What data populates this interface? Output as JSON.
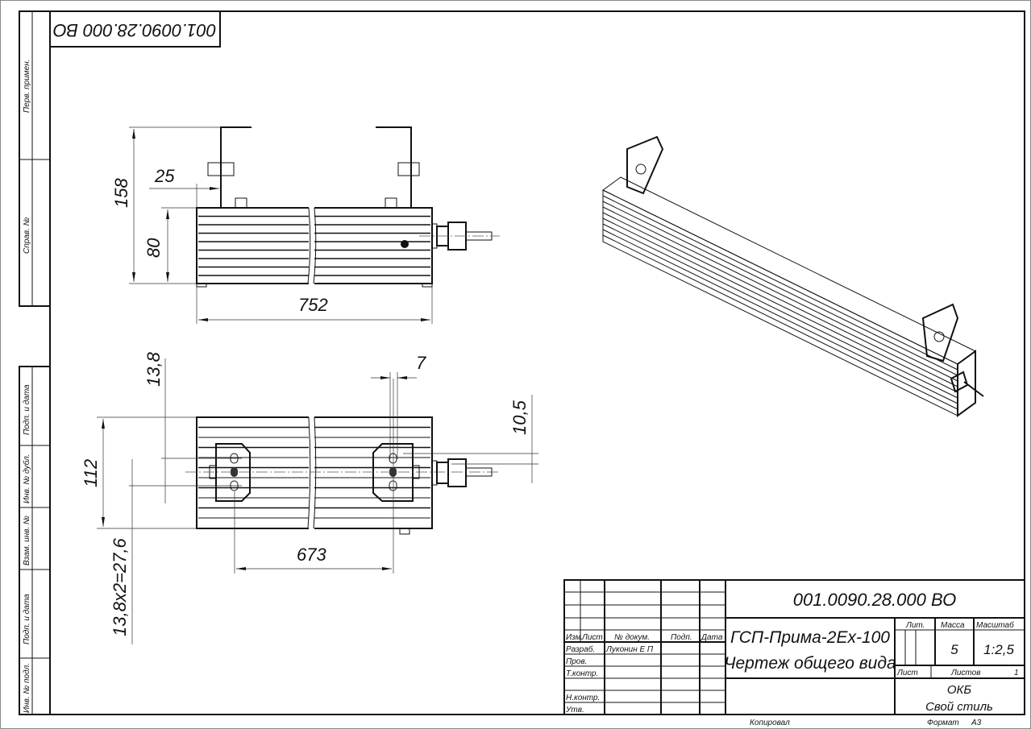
{
  "designation_stamp": "001.0090.28.000 ВО",
  "side_stamps": {
    "top": [
      "Перв. примен.",
      "Справ. №"
    ],
    "bottom": [
      "Подп. и дата",
      "Инв. № дубл.",
      "Взам. инв. №",
      "Подп. и дата",
      "Инв. № подл."
    ]
  },
  "dimensions": {
    "front_view": {
      "overall_height": "158",
      "body_height": "80",
      "bracket_offset": "25",
      "length": "752"
    },
    "plan_view": {
      "width": "112",
      "hole_pitch": "13,8",
      "hole_span": "13,8x2=27,6",
      "bracket_span": "673",
      "slot": "7",
      "offset": "10,5"
    }
  },
  "title_block": {
    "designation": "001.0090.28.000 ВО",
    "name_line1": "ГСП-Прима-2Ex-100",
    "name_line2": "Чертеж общего вида",
    "headers": {
      "izm": "Изм.",
      "list": "Лист",
      "doc_no": "№ докум.",
      "sign": "Подп.",
      "date": "Дата"
    },
    "roles": [
      "Разраб.",
      "Пров.",
      "Т.контр.",
      "",
      "Н.контр.",
      "Утв."
    ],
    "developer": "Луконин Е П",
    "lit_label": "Лит.",
    "mass_label": "Масса",
    "scale_label": "Масштаб",
    "mass": "5",
    "scale": "1:2,5",
    "sheet_label": "Лист",
    "sheets_label": "Листов",
    "sheets": "1",
    "org_line1": "ОКБ",
    "org_line2": "Свой стиль",
    "copied_label": "Копировал",
    "format_label": "Формат",
    "format": "А3"
  }
}
